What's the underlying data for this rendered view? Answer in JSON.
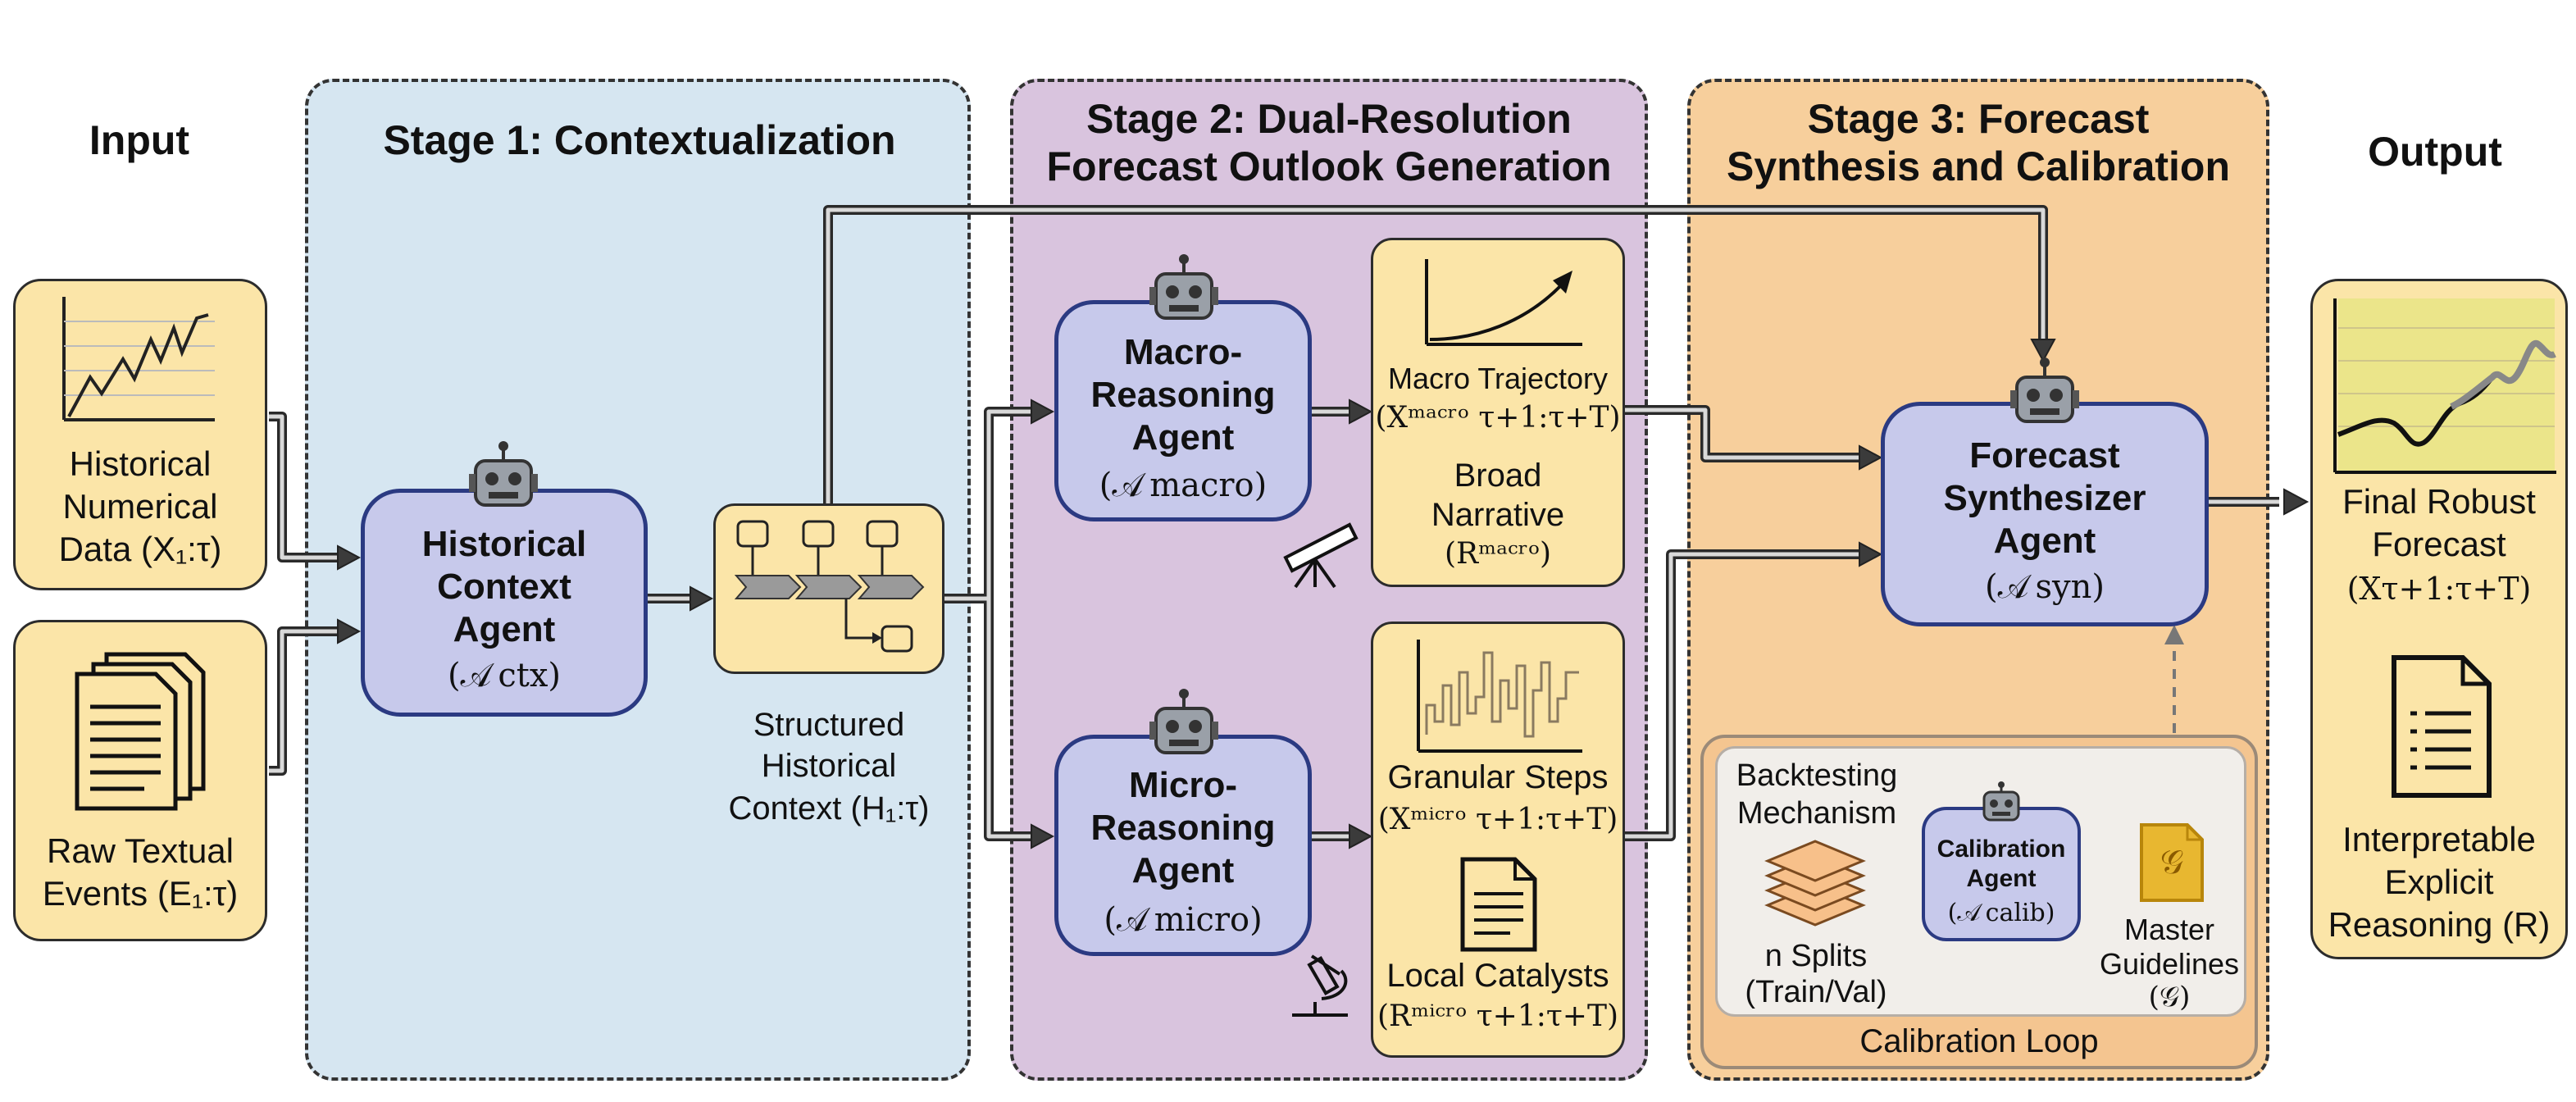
{
  "columns": {
    "input": "Input",
    "output": "Output",
    "stage1": "Stage 1: Contextualization",
    "stage2": [
      "Stage 2: Dual-Resolution",
      "Forecast Outlook Generation"
    ],
    "stage3": [
      "Stage 3: Forecast",
      "Synthesis and Calibration"
    ]
  },
  "inputs": {
    "numerical": {
      "lines": [
        "Historical",
        "Numerical",
        "Data (X₁:τ)"
      ]
    },
    "textual": {
      "lines": [
        "Raw Textual",
        "Events (E₁:τ)"
      ]
    }
  },
  "historical_agent": {
    "title": [
      "Historical",
      "Context",
      "Agent"
    ],
    "symbol": "(𝒜 ctx)"
  },
  "structured_context": {
    "lines": [
      "Structured",
      "Historical",
      "Context (H₁:τ)"
    ]
  },
  "macro_agent": {
    "title": [
      "Macro-",
      "Reasoning",
      "Agent"
    ],
    "symbol": "(𝒜 macro)"
  },
  "micro_agent": {
    "title": [
      "Micro-",
      "Reasoning",
      "Agent"
    ],
    "symbol": "(𝒜 micro)"
  },
  "macro_output": {
    "label1": "Macro Trajectory",
    "math1": "(Xᵐᵃᶜʳᵒ τ+1:τ+T)",
    "label2": [
      "Broad",
      "Narrative"
    ],
    "math2": "(Rᵐᵃᶜʳᵒ)"
  },
  "micro_output": {
    "label1": "Granular Steps",
    "math1": "(Xᵐⁱᶜʳᵒ τ+1:τ+T)",
    "label2": "Local Catalysts",
    "math2": "(Rᵐⁱᶜʳᵒ τ+1:τ+T)"
  },
  "synth_agent": {
    "title": [
      "Forecast",
      "Synthesizer",
      "Agent"
    ],
    "symbol": "(𝒜 syn)"
  },
  "calibration": {
    "backtesting": [
      "Backtesting",
      "Mechanism"
    ],
    "splits": [
      "n Splits",
      "(Train/Val)"
    ],
    "agent_title": [
      "Calibration",
      "Agent"
    ],
    "agent_symbol": "(𝒜 calib)",
    "guidelines": [
      "Master",
      "Guidelines",
      "(𝒢)"
    ],
    "g_symbol": "𝒢",
    "loop_label": "Calibration Loop"
  },
  "output": {
    "forecast": [
      "Final Robust",
      "Forecast",
      "(Xτ+1:τ+T)"
    ],
    "reasoning": [
      "Interpretable",
      "Explicit",
      "Reasoning (R)"
    ]
  },
  "colors": {
    "stage1_bg": "#d6e6f1",
    "stage2_bg": "#d9c4de",
    "stage3_bg": "#f7cf9c",
    "agent_fill": "#c7c9eb",
    "agent_border": "#2b3a82",
    "data_box": "#fbe5a8"
  },
  "icons": [
    "robot-icon",
    "telescope-icon",
    "microscope-icon",
    "document-icon",
    "line-chart-icon",
    "layers-icon",
    "guidelines-icon"
  ]
}
